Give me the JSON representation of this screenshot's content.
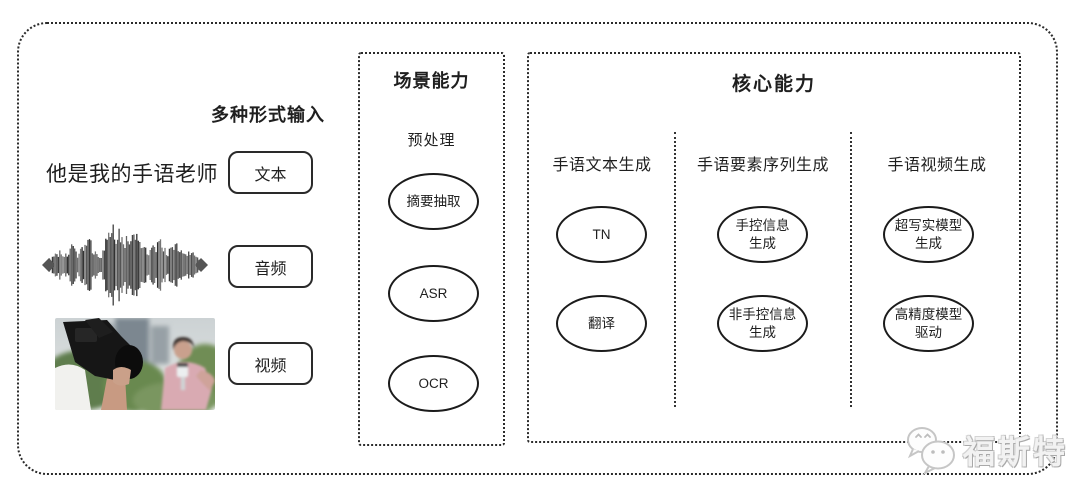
{
  "colors": {
    "ink": "#1f1f1f",
    "background": "#ffffff",
    "watermark_gray": "#c9c9c9"
  },
  "input": {
    "label": "多种形式输入",
    "sample_text": "他是我的手语老师",
    "items": [
      {
        "label": "文本"
      },
      {
        "label": "音频"
      },
      {
        "label": "视频"
      }
    ],
    "icons": {
      "audio": "audio-waveform",
      "video": "reporter-camera-photo"
    }
  },
  "scene": {
    "title": "场景能力",
    "subtitle": "预处理",
    "nodes": [
      "摘要抽取",
      "ASR",
      "OCR"
    ]
  },
  "core": {
    "title": "核心能力",
    "columns": [
      {
        "header": "手语文本生成",
        "nodes": [
          {
            "line1": "TN",
            "line2": ""
          },
          {
            "line1": "翻译",
            "line2": ""
          }
        ]
      },
      {
        "header": "手语要素序列生成",
        "nodes": [
          {
            "line1": "手控信息",
            "line2": "生成"
          },
          {
            "line1": "非手控信息",
            "line2": "生成"
          }
        ]
      },
      {
        "header": "手语视频生成",
        "nodes": [
          {
            "line1": "超写实模型",
            "line2": "生成"
          },
          {
            "line1": "高精度模型",
            "line2": "驱动"
          }
        ]
      }
    ]
  },
  "watermark": {
    "text": "福斯特",
    "icon": "wechat-bubbles-icon"
  }
}
